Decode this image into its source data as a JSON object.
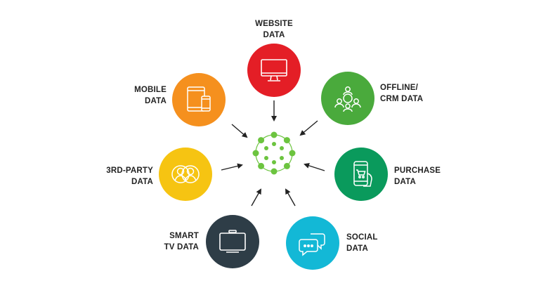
{
  "diagram": {
    "hub_icon": "network-hub-icon",
    "colors": {
      "website": "#e41e26",
      "offline": "#4aaa3c",
      "purchase": "#0a9a5c",
      "social": "#13b8d6",
      "smart_tv": "#2e3d47",
      "third_party": "#f6c412",
      "mobile": "#f5901e",
      "hub": "#6cc43f"
    },
    "nodes": {
      "website": {
        "line1": "WEBSITE",
        "line2": "DATA",
        "icon": "monitor-icon"
      },
      "offline": {
        "line1": "OFFLINE/",
        "line2": "CRM DATA",
        "icon": "people-group-icon"
      },
      "purchase": {
        "line1": "PURCHASE",
        "line2": "DATA",
        "icon": "phone-cart-icon"
      },
      "social": {
        "line1": "SOCIAL",
        "line2": "DATA",
        "icon": "chat-bubbles-icon"
      },
      "smart_tv": {
        "line1": "SMART",
        "line2": "TV DATA",
        "icon": "tv-icon"
      },
      "third_party": {
        "line1": "3RD-PARTY",
        "line2": "DATA",
        "icon": "user-profiles-icon"
      },
      "mobile": {
        "line1": "MOBILE",
        "line2": "DATA",
        "icon": "tablet-phone-icon"
      }
    }
  }
}
